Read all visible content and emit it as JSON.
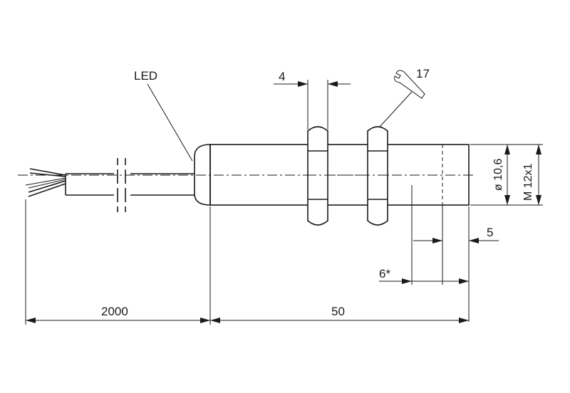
{
  "labels": {
    "led": "LED",
    "nut_thickness": "4",
    "wrench_size": "17",
    "inner_diameter": "ø 10,6",
    "thread": "M 12x1",
    "dim_5": "5",
    "dim_6": "6*",
    "cable_length": "2000",
    "sensor_length": "50"
  },
  "icons": {
    "wrench": "wrench-icon"
  }
}
